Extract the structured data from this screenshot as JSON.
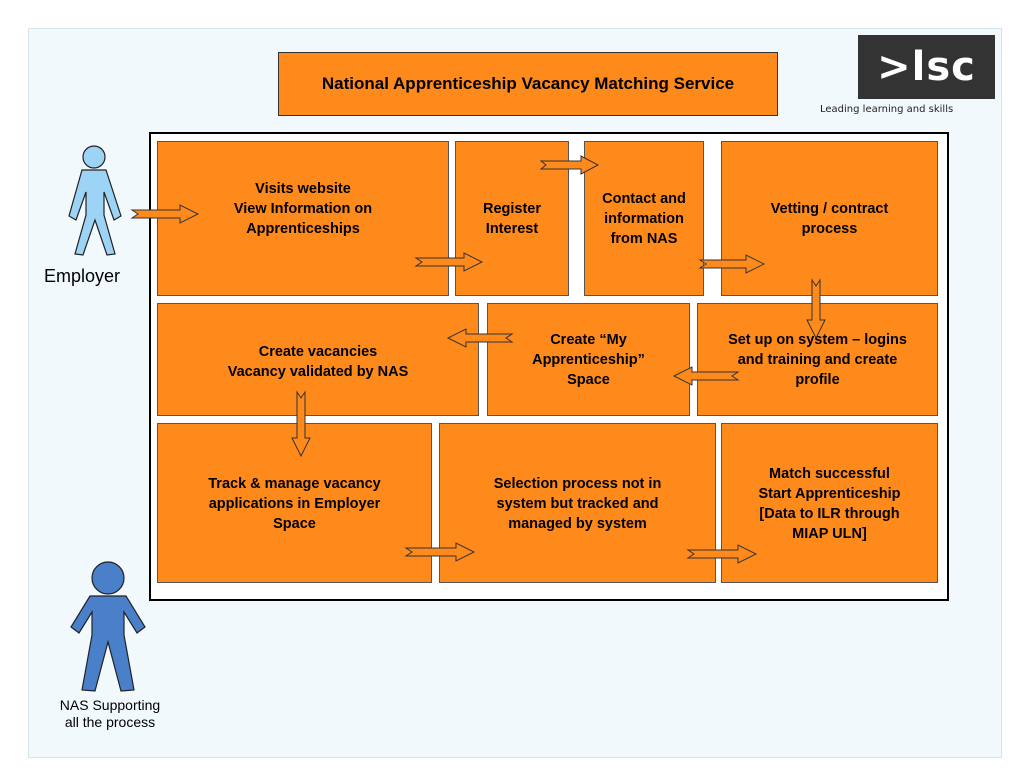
{
  "title": "National Apprenticeship Vacancy Matching Service",
  "logo": {
    "text": ">lsc",
    "tagline": "Leading learning and skills"
  },
  "actors": {
    "employer": "Employer",
    "nas": "NAS Supporting\nall the process"
  },
  "steps": {
    "visits": "Visits website\nView Information on\nApprenticeships",
    "register": "Register\nInterest",
    "contact": "Contact and\ninformation\nfrom NAS",
    "vetting": "Vetting / contract\nprocess",
    "create_vacancies": "Create vacancies\nVacancy validated by NAS",
    "create_space": "Create “My\nApprenticeship”\nSpace",
    "setup": "Set up on system – logins\nand training and create\nprofile",
    "track": "Track & manage vacancy\napplications in Employer\nSpace",
    "selection": "Selection process not in\nsystem  but tracked and\nmanaged by system",
    "match": "Match successful\nStart Apprenticeship\n[Data to ILR through\nMIAP ULN]"
  },
  "colors": {
    "box_fill": "#ff8a1c",
    "employer_figure": "#9dd3f5",
    "nas_figure": "#4a7fc9"
  }
}
